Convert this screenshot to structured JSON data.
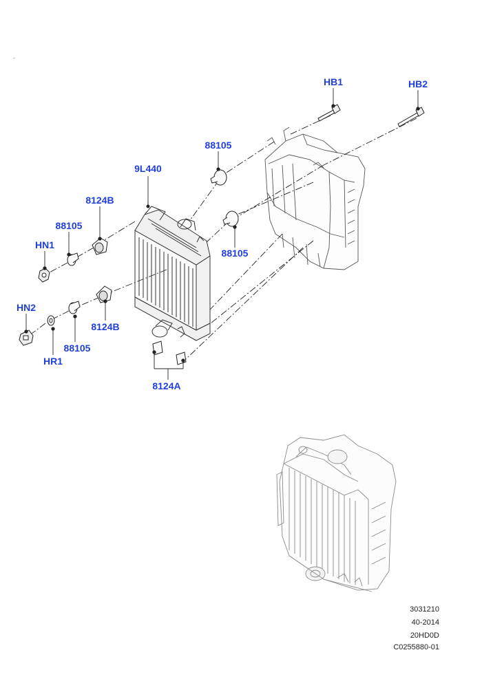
{
  "labels": {
    "hb1": "HB1",
    "hb2": "HB2",
    "p88105_top": "88105",
    "p9l440": "9L440",
    "p8124b_top": "8124B",
    "p88105_left": "88105",
    "hn1": "HN1",
    "p88105_mid": "88105",
    "hn2": "HN2",
    "p8124b_low": "8124B",
    "p88105_low": "88105",
    "hr1": "HR1",
    "p8124a": "8124A"
  },
  "reference": {
    "line1": "3031210",
    "line2": "40-2014",
    "line3": "20HD0D",
    "line4": "C0255880-01"
  },
  "colors": {
    "callout": "#1f3fd8",
    "line": "#222222",
    "ghost": "#9a9a9a"
  }
}
